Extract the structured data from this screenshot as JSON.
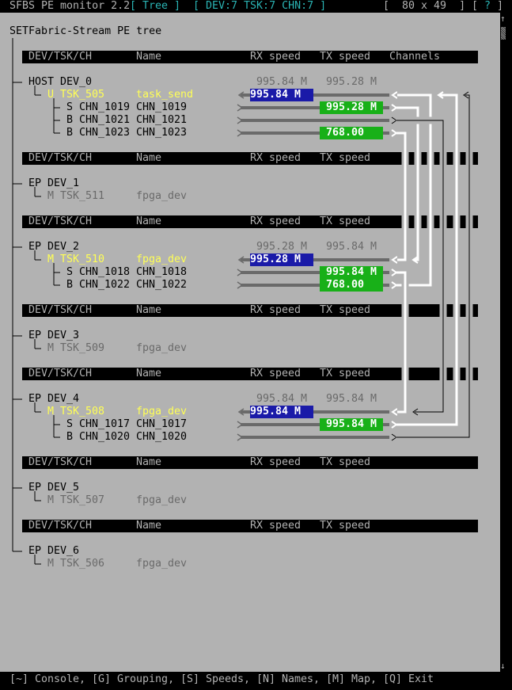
{
  "titlebar": {
    "app": "SFBS PE monitor 2.2",
    "view": "[ Tree ]",
    "stats": "[ DEV:7 TSK:7 CHN:7 ]",
    "size": "[  80 x 49  ]",
    "help_open": "[",
    "help": "?",
    "help_close": "]"
  },
  "tree_title": "SETFabric-Stream PE tree",
  "header": {
    "col1": "DEV/TSK/CH",
    "name": "Name",
    "rx": "RX speed",
    "tx": "TX speed",
    "channels": "Channels"
  },
  "devices": [
    {
      "type": "HOST",
      "id": "DEV_0",
      "rx": "995.84 M",
      "tx": "995.28 M",
      "task": {
        "mode": "U",
        "id": "TSK_505",
        "name": "task_send",
        "active": true,
        "rx": "995.84 M"
      },
      "channels": [
        {
          "type": "S",
          "id": "CHN_1019",
          "name": "CHN_1019",
          "tx": "995.28 M"
        },
        {
          "type": "B",
          "id": "CHN_1021",
          "name": "CHN_1021",
          "tx": null
        },
        {
          "type": "B",
          "id": "CHN_1023",
          "name": "CHN_1023",
          "tx": "768.00"
        }
      ]
    },
    {
      "type": "EP",
      "id": "DEV_1",
      "task": {
        "mode": "M",
        "id": "TSK_511",
        "name": "fpga_dev",
        "active": false
      },
      "channels": []
    },
    {
      "type": "EP",
      "id": "DEV_2",
      "rx": "995.28 M",
      "tx": "995.84 M",
      "task": {
        "mode": "M",
        "id": "TSK_510",
        "name": "fpga_dev",
        "active": true,
        "rx": "995.28 M"
      },
      "channels": [
        {
          "type": "S",
          "id": "CHN_1018",
          "name": "CHN_1018",
          "tx": "995.84 M"
        },
        {
          "type": "B",
          "id": "CHN_1022",
          "name": "CHN_1022",
          "tx": "768.00"
        }
      ]
    },
    {
      "type": "EP",
      "id": "DEV_3",
      "task": {
        "mode": "M",
        "id": "TSK_509",
        "name": "fpga_dev",
        "active": false
      },
      "channels": []
    },
    {
      "type": "EP",
      "id": "DEV_4",
      "rx": "995.84 M",
      "tx": "995.84 M",
      "task": {
        "mode": "M",
        "id": "TSK_508",
        "name": "fpga_dev",
        "active": true,
        "rx": "995.84 M"
      },
      "channels": [
        {
          "type": "S",
          "id": "CHN_1017",
          "name": "CHN_1017",
          "tx": "995.84 M"
        },
        {
          "type": "B",
          "id": "CHN_1020",
          "name": "CHN_1020",
          "tx": null
        }
      ]
    },
    {
      "type": "EP",
      "id": "DEV_5",
      "task": {
        "mode": "M",
        "id": "TSK_507",
        "name": "fpga_dev",
        "active": false
      },
      "channels": []
    },
    {
      "type": "EP",
      "id": "DEV_6",
      "task": {
        "mode": "M",
        "id": "TSK_506",
        "name": "fpga_dev",
        "active": false
      },
      "channels": []
    }
  ],
  "footer": [
    "[~] Console,",
    "[G] Grouping,",
    "[S] Speeds,",
    "[N] Names,",
    "[M] Map,",
    "[Q] Exit"
  ],
  "scroll": {
    "up": "↑",
    "down": "↓"
  }
}
